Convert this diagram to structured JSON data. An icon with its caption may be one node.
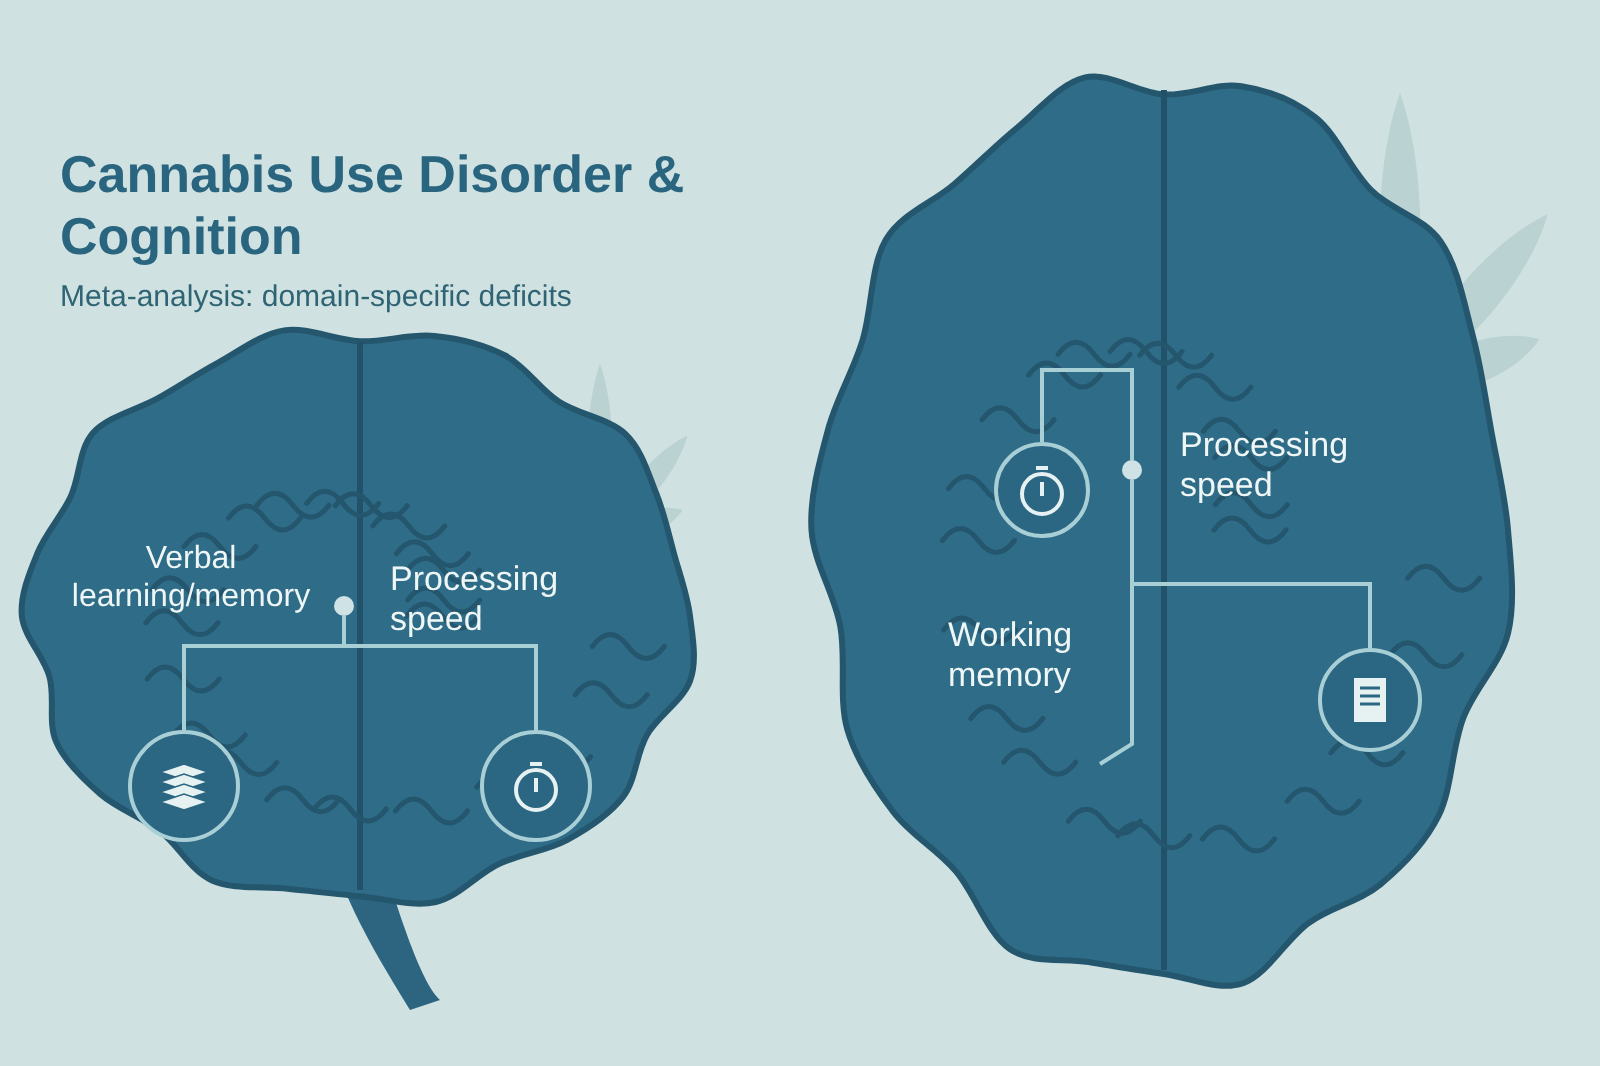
{
  "diagram": {
    "title": "Cannabis Use Disorder & Cognition",
    "nodes": [
      {
        "text": [],
        "shape": "circle"
      },
      {
        "text": [],
        "shape": "circle"
      },
      {
        "text": [],
        "shape": "circle"
      },
      {
        "text": [],
        "shape": "circle"
      },
      {
        "text": [],
        "shape": "circle"
      },
      {
        "text": [],
        "shape": "circle"
      }
    ],
    "edges": [
      {
        "from": 0,
        "to": 1,
        "arrow": "none"
      },
      {
        "from": 0,
        "to": 2,
        "arrow": "none"
      },
      {
        "from": 3,
        "to": 4,
        "arrow": "none"
      },
      {
        "from": 3,
        "to": 5,
        "arrow": "none"
      },
      {
        "from": 3,
        "to": null,
        "arrow": "none"
      }
    ],
    "labels": [
      "Meta-analysis: domain-specific deficits",
      "Verbal learning/memory",
      "Processing speed",
      "Processing speed",
      "Working memory"
    ]
  }
}
